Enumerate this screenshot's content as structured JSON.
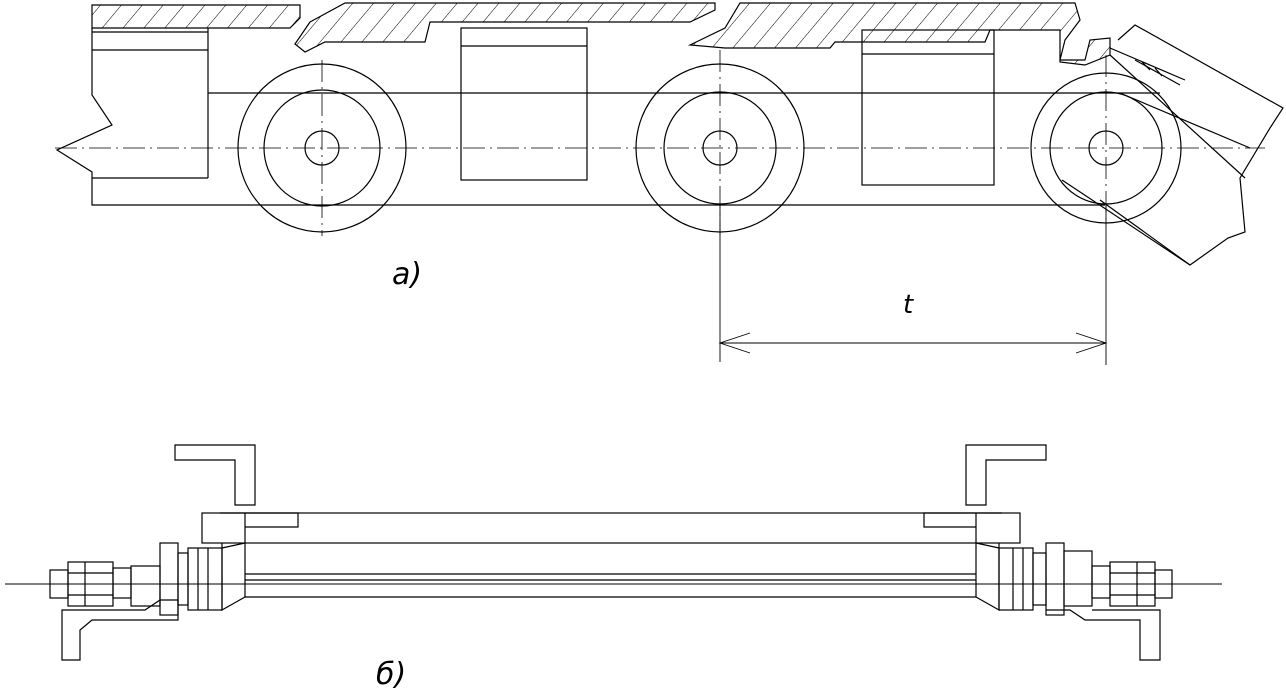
{
  "figure": {
    "view_a": {
      "label": "а)",
      "dimension": {
        "label": "t"
      }
    },
    "view_b": {
      "label": "б)"
    }
  }
}
